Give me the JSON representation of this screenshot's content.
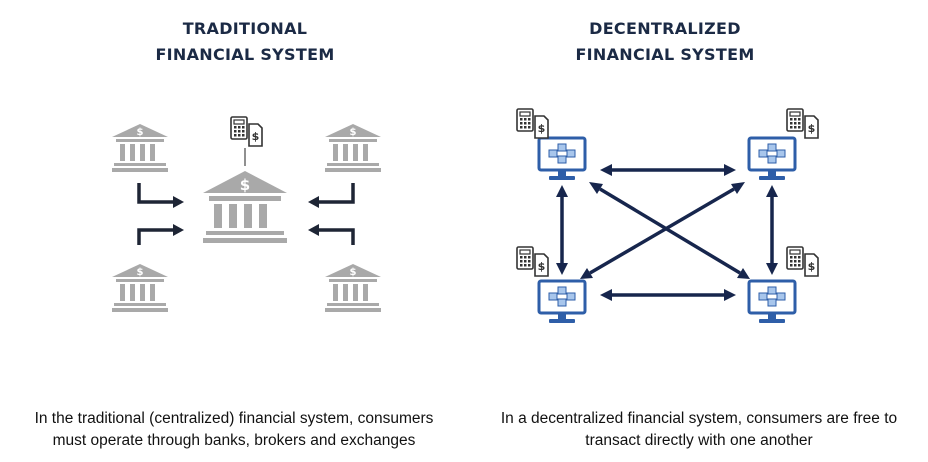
{
  "left": {
    "title_line1": "TRADITIONAL",
    "title_line2": "FINANCIAL SYSTEM",
    "caption_line1": "In the traditional (centralized) financial system, consumers",
    "caption_line2": "must operate through banks, brokers and exchanges"
  },
  "right": {
    "title_line1": "DECENTRALIZED",
    "title_line2": "FINANCIAL SYSTEM",
    "caption_line1": "In a decentralized financial system, consumers are free to",
    "caption_line2": "transact directly with one another"
  },
  "icons": {
    "bank": "bank-icon",
    "central_bank": "central-bank-icon",
    "computer": "computer-icon",
    "calculator_document": "calculator-document-icon",
    "arrow": "arrow-icon"
  },
  "colors": {
    "title": "#1b2a45",
    "bank_gray": "#a9a9a9",
    "arrow_dark": "#1e2535",
    "network_navy": "#17264d",
    "monitor_blue": "#2e5ea8"
  }
}
